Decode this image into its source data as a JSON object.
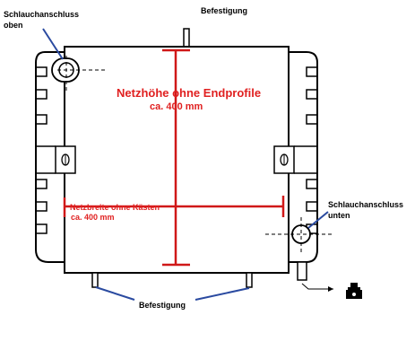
{
  "labels": {
    "hose_top_line1": "Schlauchanschluss",
    "hose_top_line2": "oben",
    "mount_top": "Befestigung",
    "height_line1": "Netzhöhe ohne Endprofile",
    "height_line2": "ca. 400 mm",
    "width_line1": "Netzbreite ohne Kästen",
    "width_line2": "ca. 400 mm",
    "hose_bottom_line1": "Schlauchanschluss",
    "hose_bottom_line2": "unten",
    "mount_bottom": "Befestigung"
  },
  "colors": {
    "outline": "#000000",
    "dimension": "#e02020",
    "leader": "#2a4aa0"
  },
  "icons": {
    "drain_plug": "drain-plug-icon"
  }
}
